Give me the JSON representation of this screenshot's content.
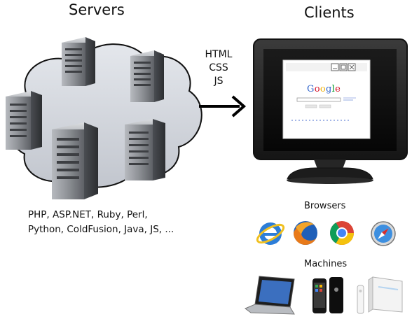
{
  "servers": {
    "title": "Servers",
    "languages_line1": "PHP, ASP.NET, Ruby, Perl,",
    "languages_line2": "Python, ColdFusion, Java, JS, ..."
  },
  "transfer": {
    "formats": [
      "HTML",
      "CSS",
      "JS"
    ]
  },
  "clients": {
    "title": "Clients",
    "screen_logo": "Google",
    "browsers_label": "Browsers",
    "browsers": [
      "internet-explorer-icon",
      "firefox-icon",
      "chrome-icon",
      "safari-icon"
    ],
    "machines_label": "Machines",
    "machines": [
      "laptop-icon",
      "iphone-icon",
      "wii-remote-icon",
      "wii-console-icon"
    ]
  },
  "colors": {
    "cloud": "#cfd3db",
    "server_body": "#8c8f94",
    "monitor": "#2a2a2a",
    "arrow": "#000000"
  }
}
